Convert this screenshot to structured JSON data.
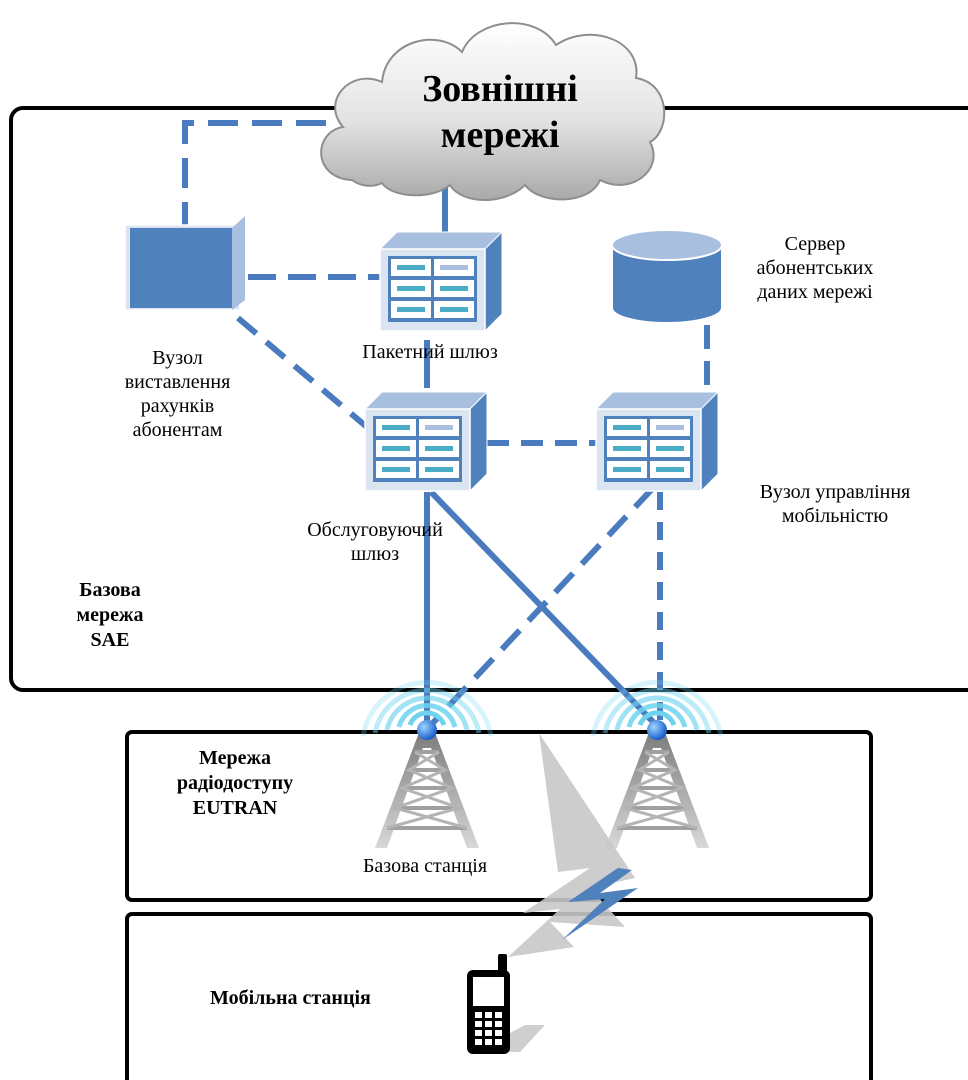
{
  "colors": {
    "link": "#4a7bbf",
    "node_fill": "#4f81bd",
    "node_light": "#a9bfdf",
    "panel": "#dbe5f1",
    "slot": "#4bacc6",
    "frame": "#000000",
    "tower": "#9a9a9a",
    "antenna": "#1f6fd6",
    "wave": "#6fd3ef",
    "cloud": "#b0b0b0"
  },
  "labels": {
    "cloud_line1": "Зовнішні",
    "cloud_line2": "мережі",
    "billing_line1": "Вузол",
    "billing_line2": "виставлення",
    "billing_line3": "рахунків",
    "billing_line4": "абонентам",
    "packet_gateway": "Пакетний шлюз",
    "hss_line1": "Сервер",
    "hss_line2": "абонентських",
    "hss_line3": "даних мережі",
    "serving_line1": "Обслуговуючий",
    "serving_line2": "шлюз",
    "mme_line1": "Вузол управління",
    "mme_line2": "мобільністю",
    "core_line1": "Базова",
    "core_line2": "мережа",
    "core_line3": "SAE",
    "ran_line1": "Мережа",
    "ran_line2": "радіодоступу",
    "ran_line3": "EUTRAN",
    "base_station": "Базова станція",
    "mobile_station": "Мобільна станція"
  },
  "icons": {
    "cloud": "cloud-icon",
    "billing": "billing-node-icon",
    "packet_gateway": "server-icon",
    "serving_gateway": "server-icon",
    "mme": "server-icon",
    "hss": "database-cylinder-icon",
    "tower": "radio-tower-icon",
    "lightning": "lightning-bolt-icon",
    "phone": "mobile-phone-icon"
  }
}
